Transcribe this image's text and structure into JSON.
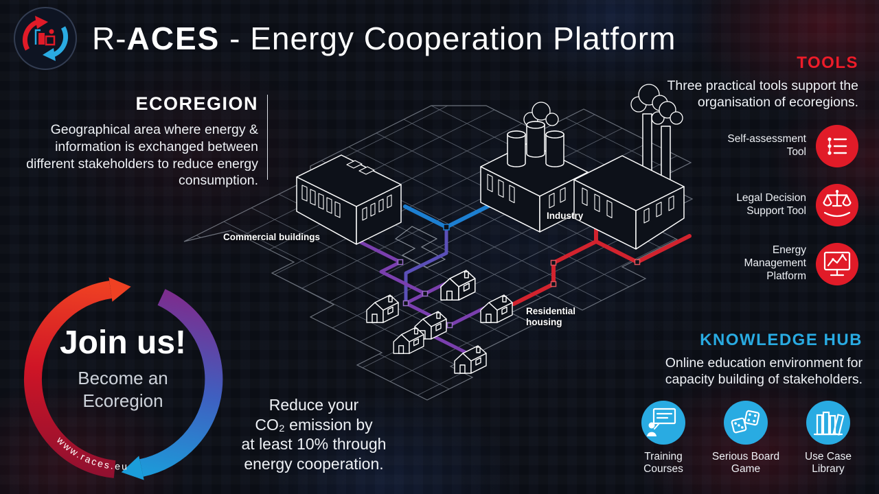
{
  "header": {
    "title_r": "R-",
    "title_aces": "ACES",
    "title_rest": " - Energy Cooperation Platform"
  },
  "ecoregion": {
    "heading": "ECOREGION",
    "description": "Geographical area where energy & information is exchanged between different stakeholders to reduce energy consumption."
  },
  "map_labels": {
    "commercial": "Commercial buildings",
    "industry": "Industry",
    "residential": "Residential housing"
  },
  "tools": {
    "heading": "TOOLS",
    "description": "Three practical tools support the organisation of ecoregions.",
    "accent_color": "#e11b28",
    "items": [
      {
        "label": "Self-assessment Tool",
        "icon": "assessment-checklist-icon"
      },
      {
        "label": "Legal Decision Support Tool",
        "icon": "justice-scales-icon"
      },
      {
        "label": "Energy Management Platform",
        "icon": "monitor-chart-icon"
      }
    ]
  },
  "knowledge_hub": {
    "heading": "KNOWLEDGE HUB",
    "description": "Online education environment for capacity building of stakeholders.",
    "accent_color": "#29abe2",
    "items": [
      {
        "label": "Training Courses",
        "icon": "training-presentation-icon"
      },
      {
        "label": "Serious Board Game",
        "icon": "dice-icon"
      },
      {
        "label": "Use Case Library",
        "icon": "books-icon"
      }
    ]
  },
  "join": {
    "title": "Join us!",
    "subtitle": "Become an Ecoregion",
    "url": "www.races.eu"
  },
  "co2_message": {
    "lines": [
      "Reduce your",
      "CO₂ emission by",
      "at least 10% through",
      "energy cooperation."
    ]
  }
}
